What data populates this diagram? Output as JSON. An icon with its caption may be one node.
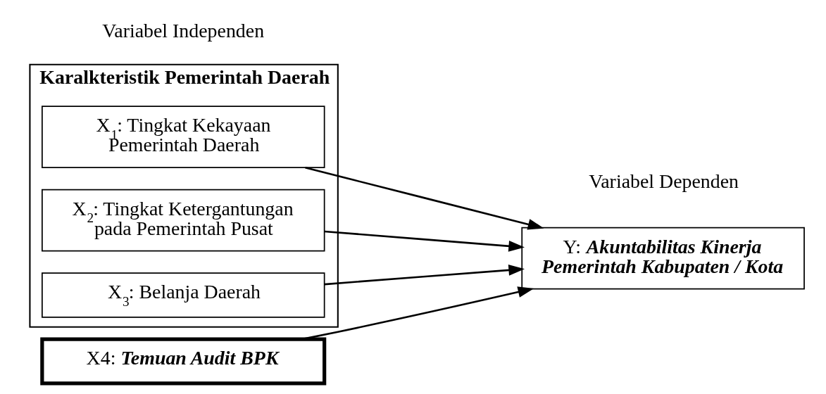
{
  "diagram": {
    "nodes": [
      {
        "text": [
          "Karalkteristik Pemerintah Daerah"
        ]
      },
      {
        "text": [
          "X$_{1}$: Tingkat Kekayaan Pemerintah Daerah"
        ],
        "in": 0
      },
      {
        "text": [
          "X$_{2}$: Tingkat Ketergantungan pada Pemerintah Pusat"
        ],
        "in": 0
      },
      {
        "text": [
          "X$_{3}$: Belanja Daerah"
        ],
        "in": 0
      },
      {
        "text": [
          "X4: Temuan Audit BPK"
        ]
      },
      {
        "text": [
          "Y: Akuntabilitas Kinerja Pemerintah Kabupaten / Kota"
        ]
      }
    ],
    "edges": [
      {
        "from": 1,
        "to": 5,
        "arrow": "to"
      },
      {
        "from": 2,
        "to": 5,
        "arrow": "to"
      },
      {
        "from": 3,
        "to": 5,
        "arrow": "to"
      },
      {
        "from": 4,
        "to": 5,
        "arrow": "to"
      }
    ],
    "labels": [
      "Variabel Independen",
      "Variabel Dependen"
    ]
  }
}
